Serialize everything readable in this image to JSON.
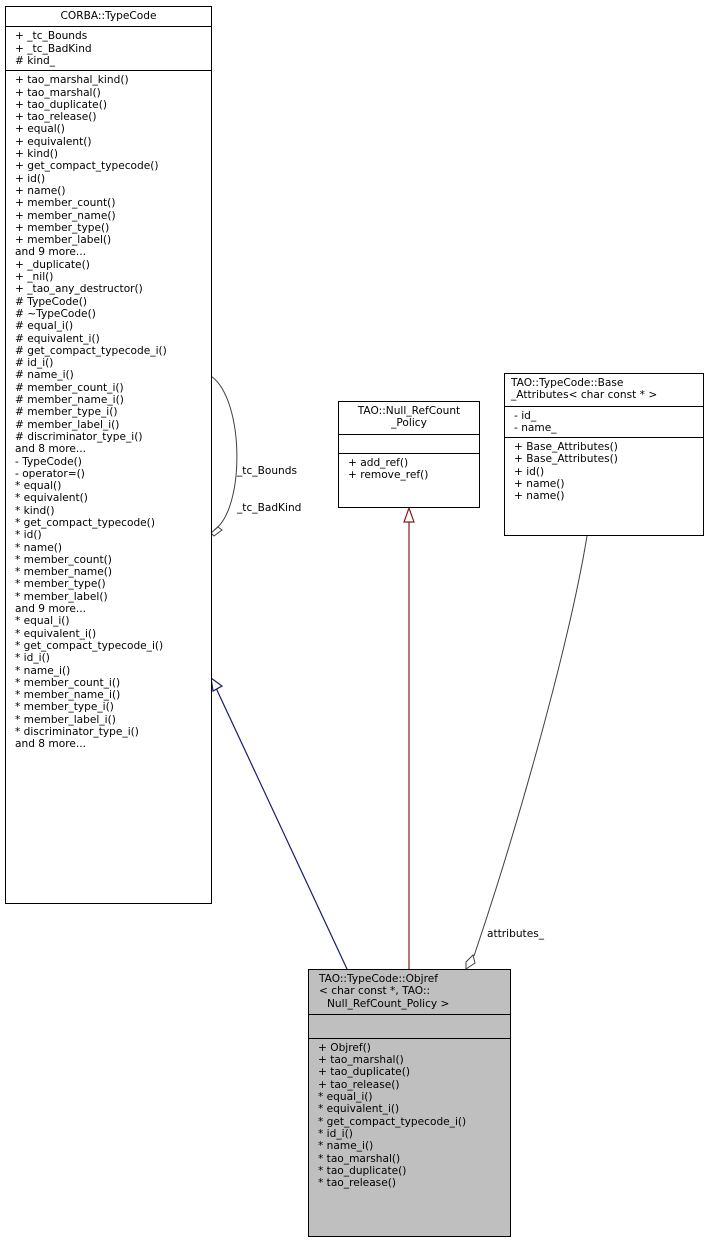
{
  "classes": {
    "typecode": {
      "title": "CORBA::TypeCode",
      "attributes": [
        "+ _tc_Bounds",
        "+ _tc_BadKind",
        "# kind_"
      ],
      "methods": [
        "+ tao_marshal_kind()",
        "+ tao_marshal()",
        "+ tao_duplicate()",
        "+ tao_release()",
        "+ equal()",
        "+ equivalent()",
        "+ kind()",
        "+ get_compact_typecode()",
        "+ id()",
        "+ name()",
        "+ member_count()",
        "+ member_name()",
        "+ member_type()",
        "+ member_label()",
        "and 9 more...",
        "+ _duplicate()",
        "+ _nil()",
        "+ _tao_any_destructor()",
        "# TypeCode()",
        "# ~TypeCode()",
        "# equal_i()",
        "# equivalent_i()",
        "# get_compact_typecode_i()",
        "# id_i()",
        "# name_i()",
        "# member_count_i()",
        "# member_name_i()",
        "# member_type_i()",
        "# member_label_i()",
        "# discriminator_type_i()",
        "and 8 more...",
        "- TypeCode()",
        "- operator=()",
        "* equal()",
        "* equivalent()",
        "* kind()",
        "* get_compact_typecode()",
        "* id()",
        "* name()",
        "* member_count()",
        "* member_name()",
        "* member_type()",
        "* member_label()",
        "and 9 more...",
        "* equal_i()",
        "* equivalent_i()",
        "* get_compact_typecode_i()",
        "* id_i()",
        "* name_i()",
        "* member_count_i()",
        "* member_name_i()",
        "* member_type_i()",
        "* member_label_i()",
        "* discriminator_type_i()",
        "and 8 more..."
      ]
    },
    "null_refcount": {
      "title_lines": [
        "TAO::Null_RefCount",
        "_Policy"
      ],
      "attributes": [],
      "methods": [
        "+ add_ref()",
        "+ remove_ref()"
      ]
    },
    "base_attributes": {
      "title_lines": [
        "TAO::TypeCode::Base",
        "_Attributes< char const * >"
      ],
      "attributes": [
        "- id_",
        "- name_"
      ],
      "methods": [
        "+ Base_Attributes()",
        "+ Base_Attributes()",
        "+ id()",
        "+ name()",
        "+ name()"
      ]
    },
    "objref": {
      "title_lines": [
        "TAO::TypeCode::Objref",
        "< char const *, TAO::",
        "Null_RefCount_Policy >"
      ],
      "attributes": [],
      "methods": [
        "+ Objref()",
        "+ tao_marshal()",
        "+ tao_duplicate()",
        "+ tao_release()",
        "* equal_i()",
        "* equivalent_i()",
        "* get_compact_typecode_i()",
        "* id_i()",
        "* name_i()",
        "* tao_marshal()",
        "* tao_duplicate()",
        "* tao_release()"
      ]
    }
  },
  "edges": {
    "self_assoc_labels": [
      "_tc_Bounds",
      "_tc_BadKind"
    ],
    "attributes_label": "attributes_"
  },
  "colors": {
    "inheritance": "#191970",
    "template_binding": "#8b1a1a",
    "association": "#404040",
    "highlight_fill": "#bfbfbf"
  }
}
